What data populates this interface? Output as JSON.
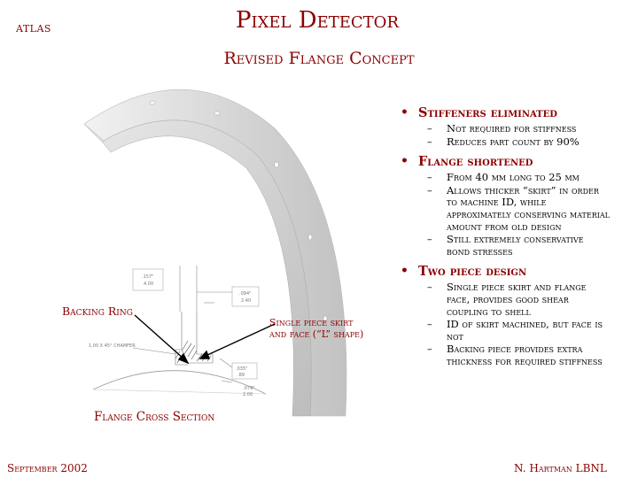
{
  "header": {
    "org": "atlas",
    "title": "Pixel Detector",
    "subtitle": "Revised Flange Concept"
  },
  "figure": {
    "backing_ring_label": "Backing Ring",
    "skirt_label_line1": "Single piece skirt",
    "skirt_label_line2": "and face (“L” shape)",
    "cross_section_label": "Flange Cross Section",
    "dims": {
      "d1": ".157\"",
      "d2": "4.00",
      "d3": ".094\"",
      "d4": "2.40",
      "chamfer": "1.00 X 45° CHAMFER",
      "d5": ".035\"",
      "d6": ".89",
      "d7": ".079\"",
      "d8": "2.00"
    }
  },
  "bullets": [
    {
      "heading": "Stiffeners eliminated",
      "items": [
        "Not required for stiffness",
        "Reduces part count by 90%"
      ]
    },
    {
      "heading": "Flange shortened",
      "items": [
        "From 40 mm long to 25 mm",
        "Allows thicker “skirt” in order to machine ID, while approximately conserving material amount from old design",
        "Still extremely conservative bond stresses"
      ]
    },
    {
      "heading": "Two piece design",
      "items": [
        "Single piece skirt and flange face, provides good shear coupling to shell",
        "ID of skirt machined, but face is not",
        "Backing piece provides extra thickness for required stiffness"
      ]
    }
  ],
  "footer": {
    "date": "September 2002",
    "author": "N. Hartman LBNL"
  },
  "colors": {
    "accent": "#8b0000"
  }
}
